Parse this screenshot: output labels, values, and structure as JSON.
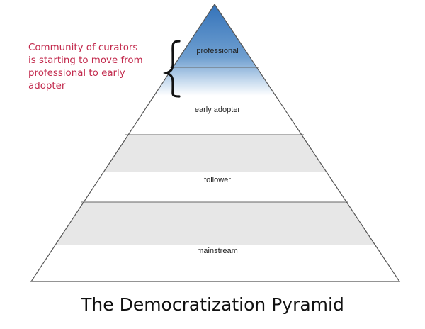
{
  "diagram": {
    "title": "The Democratization Pyramid",
    "tiers": [
      {
        "label": "professional",
        "color": "#4f86c2"
      },
      {
        "label": "early adopter",
        "color": "#ffffff"
      },
      {
        "label": "follower",
        "color": "#e7e7e7"
      },
      {
        "label": "mainstream",
        "color": "#ffffff"
      }
    ],
    "annotation": {
      "lines": [
        "Community of curators",
        "is starting to move from",
        "professional to early",
        "adopter"
      ],
      "color": "#c2294c"
    },
    "outline_color": "#555555"
  }
}
